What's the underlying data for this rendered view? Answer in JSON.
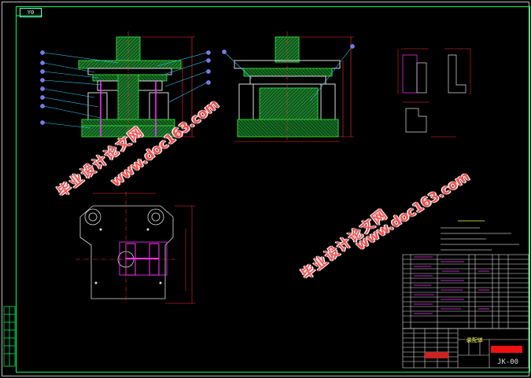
{
  "corner_tag": "Y0",
  "watermarks": {
    "cn_1": "毕业设计论文网",
    "url_1": "www.doc163.com",
    "cn_2": "毕业设计论文网",
    "url_2": "www.doc163.com"
  },
  "title_block": {
    "title": "装配体",
    "drawing_no": "JK-00"
  },
  "colors": {
    "background": "#000000",
    "frame": "#00ff66",
    "section_hatch": "#22aa44",
    "dimension": "#ff3030",
    "leader": "#33ccff",
    "balloon": "#7777ff",
    "part_magenta": "#ff33ff",
    "outline_white": "#ffffff",
    "watermark": "#ff5050"
  }
}
